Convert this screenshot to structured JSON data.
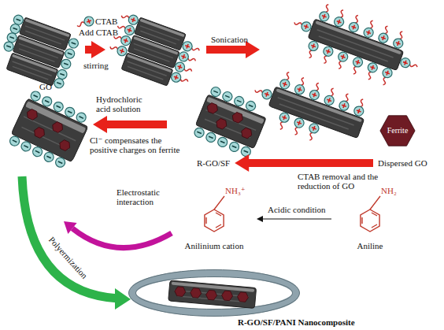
{
  "diagram": {
    "nodes": [
      {
        "text": [
          "GO"
        ]
      },
      {
        "text": [
          "Dispersed GO"
        ]
      },
      {
        "text": [
          "Ferrite"
        ]
      },
      {
        "text": [
          "R-GO/SF"
        ]
      },
      {
        "text": [
          "Anilinium cation"
        ]
      },
      {
        "text": [
          "Aniline"
        ]
      },
      {
        "text": [
          "R-GO/SF/PANI Nanocomposite"
        ]
      }
    ],
    "edges": [
      {
        "from": 1,
        "to": 3,
        "arrow": "to",
        "label": "CTAB removal and the reduction of GO"
      },
      {
        "from": 5,
        "to": 4,
        "arrow": "to",
        "label": "Acidic condition"
      }
    ],
    "labels": [
      "CTAB",
      "Add CTAB",
      "stirring",
      "Sonication",
      "Hydrochloric acid solution",
      "Cl⁻ compensates the positive charges on ferrite",
      "NH₃⁺",
      "NH₂",
      "Electrostatic interaction",
      "Polyermization"
    ]
  }
}
